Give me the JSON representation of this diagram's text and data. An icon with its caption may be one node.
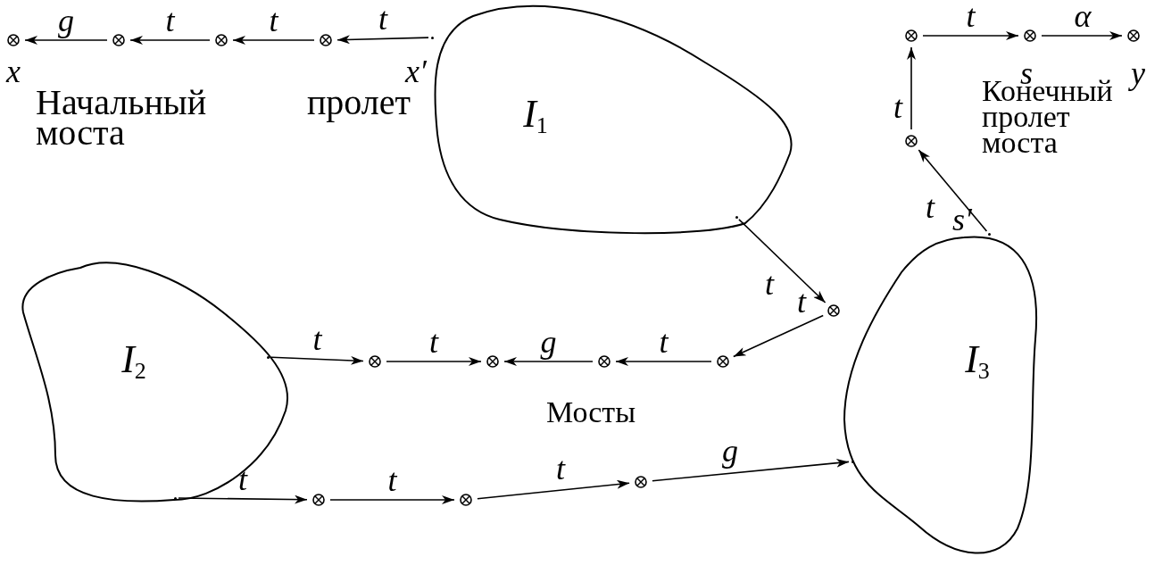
{
  "diagram": {
    "nodes": [
      {
        "text": [],
        "shape": "circle",
        "beside": [
          "x"
        ]
      },
      {
        "text": [],
        "shape": "circle"
      },
      {
        "text": [],
        "shape": "circle"
      },
      {
        "text": [],
        "shape": "circle"
      },
      {
        "text": [],
        "shape": "dot",
        "beside": [
          "x′"
        ]
      },
      {
        "text": [
          "*I*$_{1}$"
        ]
      },
      {
        "text": [],
        "shape": "dot",
        "in": 5
      },
      {
        "text": [],
        "shape": "circle"
      },
      {
        "text": [],
        "shape": "circle",
        "beside": [
          "s"
        ]
      },
      {
        "text": [],
        "shape": "circle",
        "beside": [
          "y"
        ]
      },
      {
        "text": [],
        "shape": "circle"
      },
      {
        "text": [
          "*I*$_{3}$"
        ]
      },
      {
        "text": [],
        "shape": "dot",
        "beside": [
          "s′"
        ]
      },
      {
        "text": [
          "*I*$_{2}$"
        ]
      },
      {
        "text": [],
        "shape": "dot",
        "in": 13
      },
      {
        "text": [],
        "shape": "circle"
      },
      {
        "text": [],
        "shape": "circle"
      },
      {
        "text": [],
        "shape": "circle"
      },
      {
        "text": [],
        "shape": "circle"
      },
      {
        "text": [],
        "shape": "circle"
      },
      {
        "text": [],
        "shape": "dot",
        "in": 13
      },
      {
        "text": [],
        "shape": "circle"
      },
      {
        "text": [],
        "shape": "circle"
      },
      {
        "text": [],
        "shape": "circle"
      },
      {
        "text": [],
        "shape": "dot"
      }
    ],
    "edges": [
      {
        "from": 4,
        "to": 3,
        "arrow": "to",
        "label": "t"
      },
      {
        "from": 3,
        "to": 2,
        "arrow": "to",
        "label": "t"
      },
      {
        "from": 2,
        "to": 1,
        "arrow": "to",
        "label": "t"
      },
      {
        "from": 1,
        "to": 0,
        "arrow": "to",
        "label": "g"
      },
      {
        "from": 10,
        "to": 7,
        "arrow": "to",
        "label": "t"
      },
      {
        "from": 7,
        "to": 8,
        "arrow": "to",
        "label": "t"
      },
      {
        "from": 8,
        "to": 9,
        "arrow": "to",
        "label": "α"
      },
      {
        "from": 12,
        "to": 10,
        "arrow": "to",
        "label": "t"
      },
      {
        "from": 6,
        "to": 19,
        "arrow": "to",
        "label": "t"
      },
      {
        "from": 19,
        "to": 18,
        "arrow": "to",
        "label": "t"
      },
      {
        "from": 18,
        "to": 17,
        "arrow": "to",
        "label": "t"
      },
      {
        "from": 17,
        "to": 16,
        "arrow": "to",
        "label": "g"
      },
      {
        "from": 14,
        "to": 15,
        "arrow": "to",
        "label": "t"
      },
      {
        "from": 15,
        "to": 16,
        "arrow": "to",
        "label": "t"
      },
      {
        "from": 20,
        "to": 21,
        "arrow": "to",
        "label": "t"
      },
      {
        "from": 21,
        "to": 22,
        "arrow": "to",
        "label": "t"
      },
      {
        "from": 22,
        "to": 23,
        "arrow": "to",
        "label": "t"
      },
      {
        "from": 23,
        "to": 24,
        "arrow": "to",
        "label": "g"
      }
    ],
    "labels": [
      "Начальный пролет моста",
      "Конечный пролет моста",
      "Мосты"
    ]
  }
}
